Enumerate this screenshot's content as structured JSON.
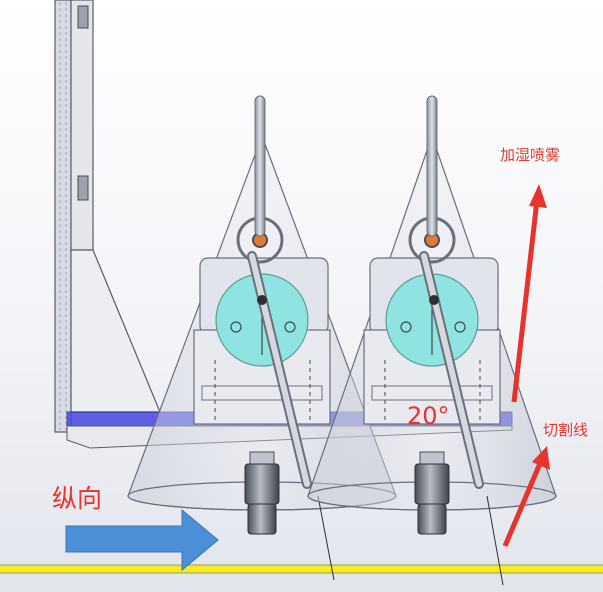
{
  "labels": {
    "humidify_spray": "加湿喷雾",
    "cut_line": "切割线",
    "longitudinal": "纵向",
    "angle": "20°"
  },
  "colors": {
    "background": "#ffffff",
    "sky_gradient_top": "#ffffff",
    "sky_gradient_bottom": "#e3e6ee",
    "frame_outline": "#5a5d68",
    "rail_blue": "#3a3fd8",
    "rail_blue_fill": "#4548e0",
    "cone_fill": "#cfd3dc",
    "cone_stroke": "#6b6f7b",
    "cyan_disc": "#8fe3e0",
    "arrow_red": "#e8332c",
    "arrow_blue": "#4b8fd6",
    "ground_yellow": "#f4ec1c",
    "ground_line": "#9a9a6a"
  },
  "icons": {
    "red_arrow_up": "arrow-up-icon",
    "red_arrow_diagonal": "arrow-diagonal-icon",
    "blue_arrow_right": "arrow-right-icon"
  }
}
